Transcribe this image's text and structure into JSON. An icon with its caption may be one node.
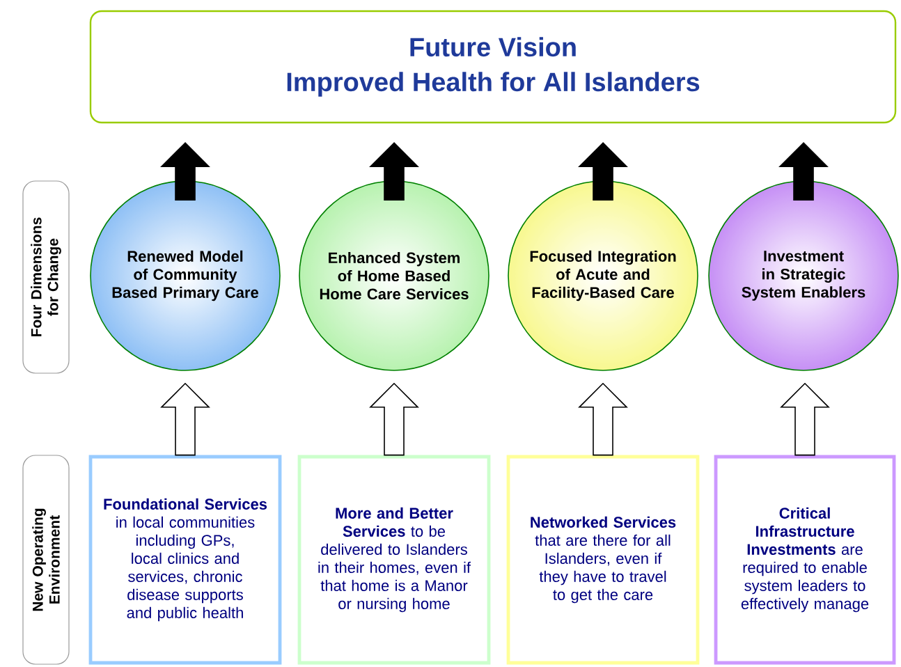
{
  "diagram": {
    "nodes": [
      {
        "text": [
          "Future Vision",
          "Improved Health for All Islanders"
        ]
      },
      {
        "text": [
          "Four Dimensions for Change"
        ]
      },
      {
        "text": [
          "Renewed Model of Community Based Primary Care"
        ]
      },
      {
        "text": [
          "Enhanced System of Home Based Home Care Services"
        ]
      },
      {
        "text": [
          "Focused Integration of Acute and Facility-Based Care"
        ]
      },
      {
        "text": [
          "Investment in Strategic System Enablers"
        ]
      },
      {
        "text": [
          "New Operating Environment"
        ]
      },
      {
        "text": [
          "**Foundational Services** in local communities including GPs, local clinics and services, chronic disease supports and public health"
        ]
      },
      {
        "text": [
          "**More and Better Services** to be delivered to Islanders in their homes, even if that home is a Manor or nursing home"
        ]
      },
      {
        "text": [
          "**Networked Services** that are there for all Islanders, even if they have to travel to get the care"
        ]
      },
      {
        "text": [
          "**Critical Infrastructure Investments** are required to enable system leaders to effectively manage"
        ]
      }
    ],
    "edges": [
      {
        "from": 2,
        "to": 0,
        "arrow": "to",
        "color": "#000000"
      },
      {
        "from": 3,
        "to": 0,
        "arrow": "to",
        "color": "#000000"
      },
      {
        "from": 4,
        "to": 0,
        "arrow": "to",
        "color": "#000000"
      },
      {
        "from": 5,
        "to": 0,
        "arrow": "to",
        "color": "#000000"
      },
      {
        "from": 7,
        "to": 2,
        "arrow": "to"
      },
      {
        "from": 8,
        "to": 3,
        "arrow": "to"
      },
      {
        "from": 9,
        "to": 4,
        "arrow": "to"
      },
      {
        "from": 10,
        "to": 5,
        "arrow": "to"
      }
    ]
  }
}
